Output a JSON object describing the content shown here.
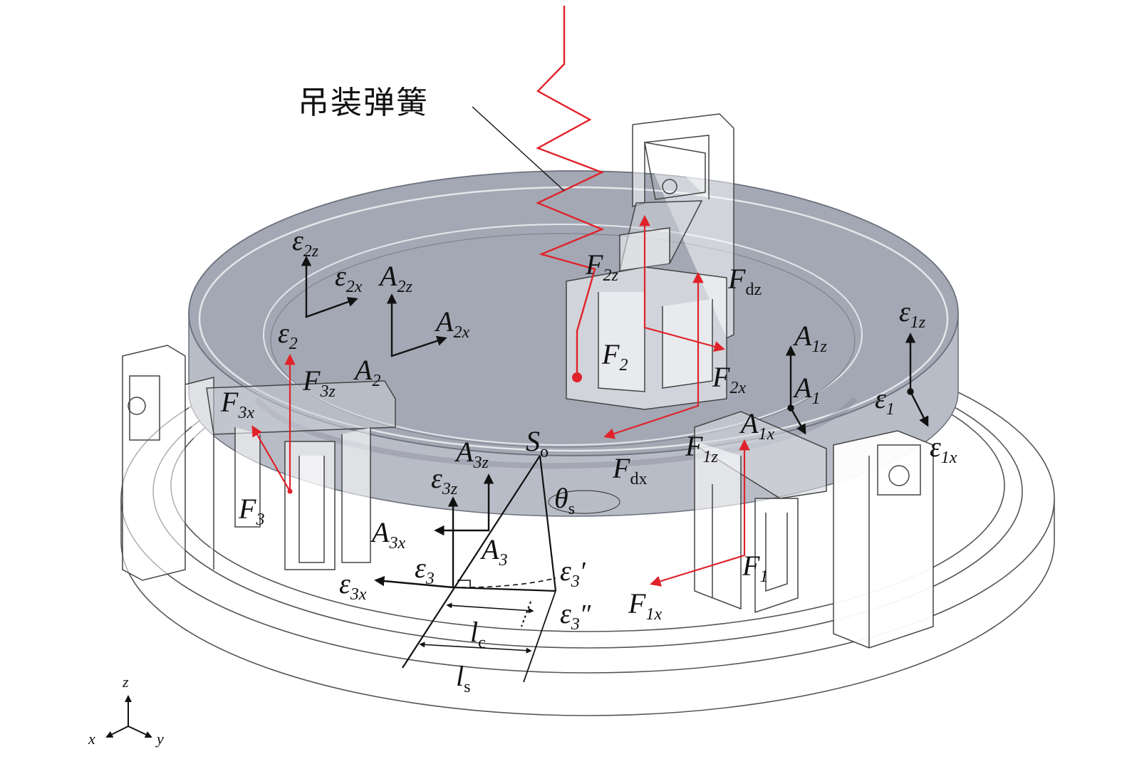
{
  "annotation": "吊装弹簧",
  "labels": {
    "e2z": {
      "main": "ε",
      "sub": "2z"
    },
    "e2x": {
      "main": "ε",
      "sub": "2x"
    },
    "e2": {
      "main": "ε",
      "sub": "2"
    },
    "A2z": {
      "main": "A",
      "sub": "2z"
    },
    "A2x": {
      "main": "A",
      "sub": "2x"
    },
    "A2": {
      "main": "A",
      "sub": "2"
    },
    "F3z": {
      "main": "F",
      "sub": "3z"
    },
    "F3x": {
      "main": "F",
      "sub": "3x"
    },
    "F3": {
      "main": "F",
      "sub": "3"
    },
    "F2z": {
      "main": "F",
      "sub": "2z"
    },
    "F2": {
      "main": "F",
      "sub": "2"
    },
    "F2x": {
      "main": "F",
      "sub": "2x"
    },
    "Fdz": {
      "main": "F",
      "sub": "dz"
    },
    "Fdx": {
      "main": "F",
      "sub": "dx"
    },
    "A1z": {
      "main": "A",
      "sub": "1z"
    },
    "A1": {
      "main": "A",
      "sub": "1"
    },
    "A1x": {
      "main": "A",
      "sub": "1x"
    },
    "F1z": {
      "main": "F",
      "sub": "1z"
    },
    "F1": {
      "main": "F",
      "sub": "1"
    },
    "F1x": {
      "main": "F",
      "sub": "1x"
    },
    "e1z": {
      "main": "ε",
      "sub": "1z"
    },
    "e1": {
      "main": "ε",
      "sub": "1"
    },
    "e1x": {
      "main": "ε",
      "sub": "1x"
    },
    "So": {
      "main": "S",
      "sub": "o"
    },
    "thetas": {
      "main": "θ",
      "sub": "s"
    },
    "A3z": {
      "main": "A",
      "sub": "3z"
    },
    "e3z": {
      "main": "ε",
      "sub": "3z"
    },
    "A3x": {
      "main": "A",
      "sub": "3x"
    },
    "A3": {
      "main": "A",
      "sub": "3"
    },
    "e3": {
      "main": "ε",
      "sub": "3"
    },
    "e3x": {
      "main": "ε",
      "sub": "3x"
    },
    "e3p": {
      "main": "ε",
      "sub": "3",
      "prime": "′"
    },
    "e3pp": {
      "main": "ε",
      "sub": "3",
      "prime": "″"
    },
    "lc": {
      "main": "l",
      "sub": "c"
    },
    "ls": {
      "main": "l",
      "sub": "s"
    }
  },
  "axes": {
    "z": "z",
    "x": "x",
    "y": "y"
  },
  "colors": {
    "force_red": "#e0222a",
    "line_black": "#111111",
    "plate_fill": "#a3a8b4",
    "plate_edge": "#6b707c",
    "outline_gray": "#555555"
  }
}
